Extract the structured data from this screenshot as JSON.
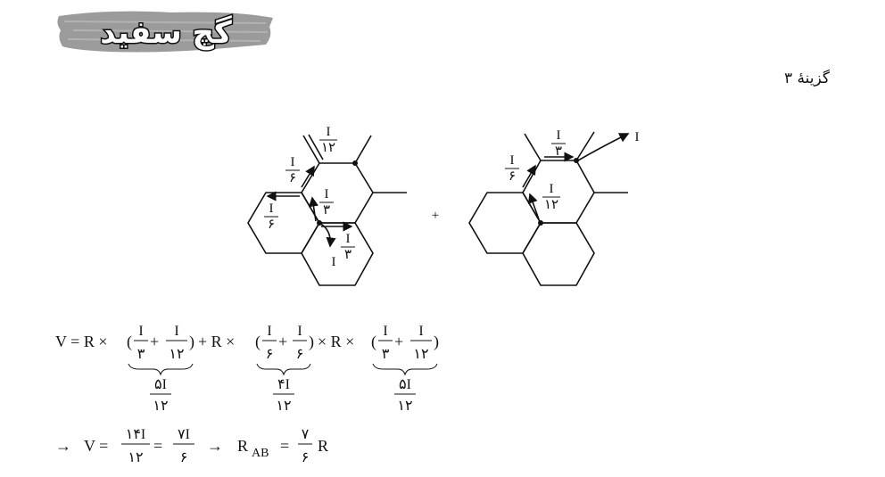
{
  "logo": {
    "text": "گچ سفید"
  },
  "answer_label": "گزینهٔ ۳",
  "diagram": {
    "current_label": "I",
    "left_labels": {
      "top": [
        "I",
        "۱۲"
      ],
      "upper_left": [
        "I",
        "۶"
      ],
      "left": [
        "I",
        "۶"
      ],
      "center": [
        "I",
        "۳"
      ],
      "lower_right": [
        "I",
        "۳"
      ]
    },
    "plus": "+",
    "right_labels": {
      "top": [
        "I",
        "۳"
      ],
      "left": [
        "I",
        "۶"
      ],
      "center": [
        "I",
        "۱۲"
      ]
    }
  },
  "formula": {
    "line1": {
      "lhs": "V = R ×",
      "t1": {
        "a": [
          "I",
          "۳"
        ],
        "b": [
          "I",
          "۱۲"
        ],
        "under": [
          "۵I",
          "۱۲"
        ]
      },
      "mid1": "+ R ×",
      "t2": {
        "a": [
          "I",
          "۶"
        ],
        "b": [
          "I",
          "۶"
        ],
        "under": [
          "۴I",
          "۱۲"
        ]
      },
      "mid2": "× R ×",
      "t3": {
        "a": [
          "I",
          "۳"
        ],
        "b": [
          "I",
          "۱۲"
        ],
        "under": [
          "۵I",
          "۱۲"
        ]
      }
    },
    "line2": {
      "arrow": "→",
      "v": "V =",
      "f1": [
        "۱۴I",
        "۱۲"
      ],
      "eq": "=",
      "f2": [
        "۷I",
        "۶"
      ],
      "arrow2": "→",
      "r": "R",
      "sub": "AB",
      "eq2": "=",
      "f3": [
        "۷",
        "۶"
      ],
      "r2": "R"
    }
  }
}
